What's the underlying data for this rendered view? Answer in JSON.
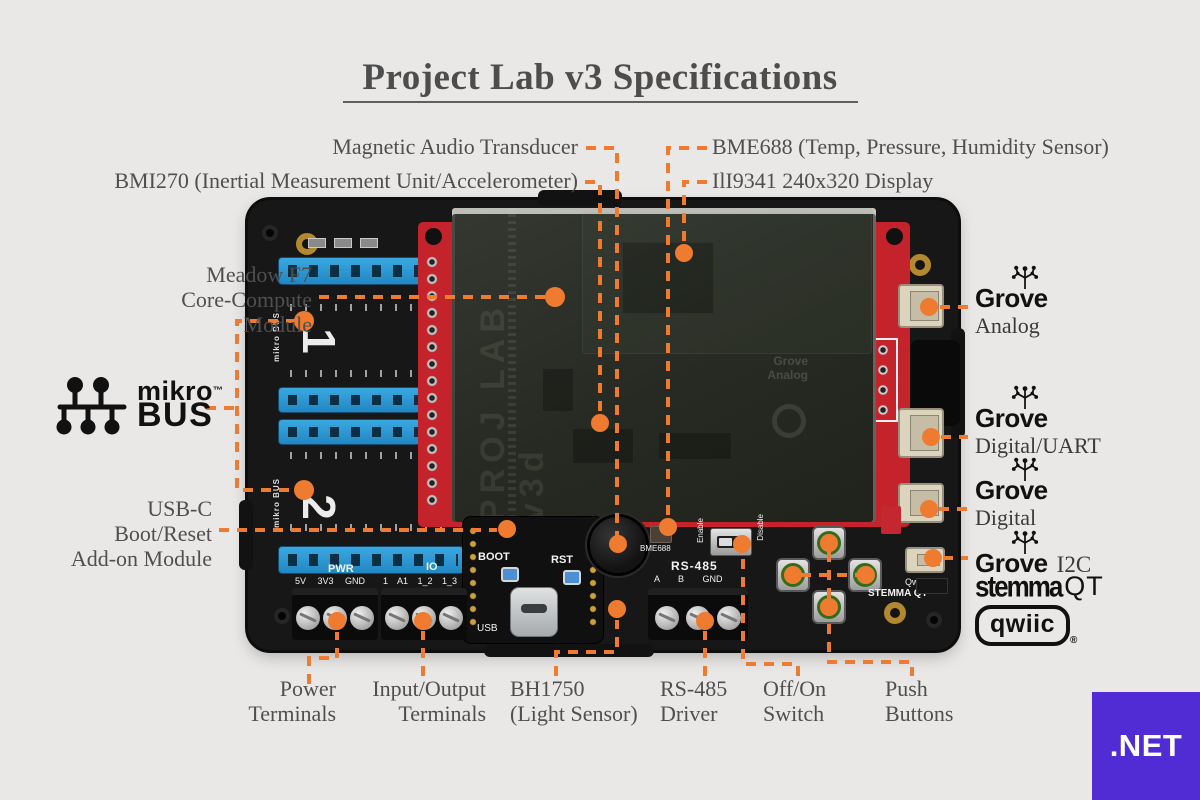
{
  "title": "Project Lab v3 Specifications",
  "colors": {
    "accent": "#ef7b30",
    "background": "#e9e8e6",
    "text": "#4f4f4f",
    "logo_black": "#111111",
    "dotnet_bg": "#512bd4",
    "dotnet_text": "#ffffff",
    "board_blue": "#2f9fd8",
    "display_red": "#c4232b"
  },
  "callouts": {
    "magnetic_audio": "Magnetic Audio Transducer",
    "bmi270": "BMI270 (Inertial Measurement Unit/Accelerometer)",
    "bme688": "BME688 (Temp,  Pressure, Humidity Sensor)",
    "ili9341": "IlI9341 240x320 Display",
    "meadow": {
      "l1": "Meadow F7",
      "l2": "Core-Compute",
      "l3": "Module"
    },
    "usb_c": {
      "l1": "USB-C",
      "l2": "Boot/Reset",
      "l3": "Add-on Module"
    },
    "grove_analog": "Analog",
    "grove_digital_uart": "Digital/UART",
    "grove_digital": "Digital",
    "grove_i2c": "I2C",
    "power": {
      "l1": "Power",
      "l2": "Terminals"
    },
    "io": {
      "l1": "Input/Output",
      "l2": "Terminals"
    },
    "bh1750": {
      "l1": "BH1750",
      "l2": "(Light Sensor)"
    },
    "rs485": {
      "l1": "RS-485",
      "l2": "Driver"
    },
    "off_on": {
      "l1": "Off/On",
      "l2": "Switch"
    },
    "push": {
      "l1": "Push",
      "l2": "Buttons"
    }
  },
  "logos": {
    "grove": "Grove",
    "mikro": "mikro",
    "mikro_tm": "™",
    "bus": "BUS",
    "stemma": "stemma",
    "stemma_qt": "QT",
    "qwiic": "qwiic",
    "qwiic_reg": "®",
    "dotnet": ".NET"
  },
  "board": {
    "socket1": "1",
    "socket2": "2",
    "pwr": "PWR",
    "pwr_pins": "5V 3V3 GND",
    "io": "IO",
    "io_pins": "1 A1 1_2 1_3",
    "boot": "BOOT",
    "rst": "RST",
    "usb": "USB",
    "bme688": "BME688",
    "enable": "Enable",
    "disable": "Disable",
    "rs485": "RS-485",
    "rs485_pins": "A B GND",
    "qwiic": "Qwiic",
    "stemma_qt": "STEMMA QT",
    "mikro_small": "mikro BUS",
    "ghost_text": "PROJ LAB v3d",
    "ghost_grove1": "Grove",
    "ghost_grove2": "Analog"
  }
}
